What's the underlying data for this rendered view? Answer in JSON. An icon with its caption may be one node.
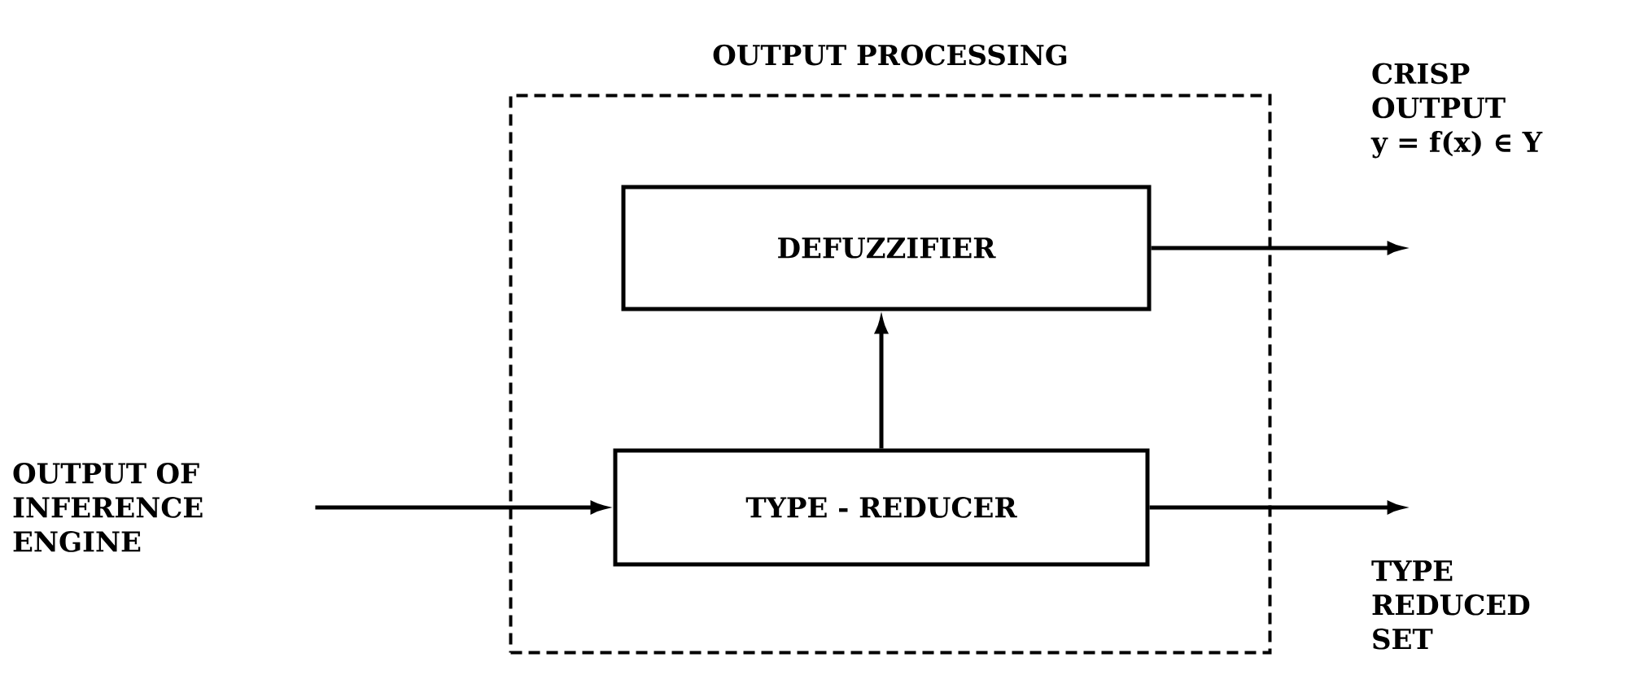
{
  "diagram": {
    "nodes": [
      {
        "text": [
          "OUTPUT PROCESSING"
        ]
      },
      {
        "text": [
          "DEFUZZIFIER"
        ],
        "in": 0
      },
      {
        "text": [
          "TYPE - REDUCER"
        ],
        "in": 0
      },
      {
        "text": [
          "OUTPUT OF INFERENCE ENGINE"
        ]
      },
      {
        "text": [
          "CRISP OUTPUT",
          "y = f(x) ∈ Y"
        ]
      },
      {
        "text": [
          "TYPE REDUCED SET"
        ]
      }
    ],
    "edges": [
      {
        "from": 3,
        "to": 2,
        "arrow": "to"
      },
      {
        "from": 2,
        "to": 1,
        "arrow": "to"
      },
      {
        "from": 1,
        "to": 4,
        "arrow": "to"
      },
      {
        "from": 2,
        "to": 5,
        "arrow": "to"
      }
    ]
  }
}
